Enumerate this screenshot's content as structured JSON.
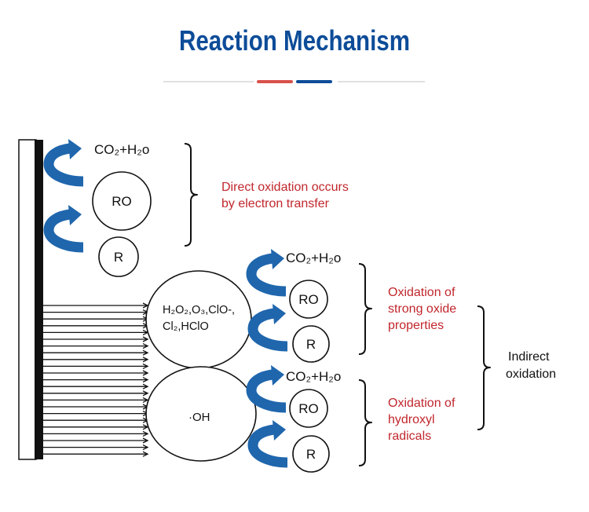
{
  "title": "Reaction Mechanism",
  "colors": {
    "title": "#0d4c98",
    "divider_red": "#d9514b",
    "divider_blue": "#0d4c98",
    "note_text": "#c1272d",
    "curved_arrow": "#1f66ad"
  },
  "direct": {
    "product": "CO₂+H₂o",
    "intermediate": "RO",
    "reactant": "R",
    "description": [
      "Direct oxidation occurs",
      "by electron transfer"
    ]
  },
  "indirect": {
    "label": [
      "Indirect",
      "oxidation"
    ],
    "strong_oxide": {
      "oxidants": [
        "H₂O₂,O₃,ClO-,",
        "Cl₂,HClO"
      ],
      "product": "CO₂+H₂o",
      "intermediate": "RO",
      "reactant": "R",
      "description": [
        "Oxidation of",
        "strong oxide",
        "properties"
      ]
    },
    "hydroxyl": {
      "oxidant": "·OH",
      "product": "CO₂+H₂o",
      "intermediate": "RO",
      "reactant": "R",
      "description": [
        "Oxidation of",
        "hydroxyl",
        "radicals"
      ]
    }
  }
}
